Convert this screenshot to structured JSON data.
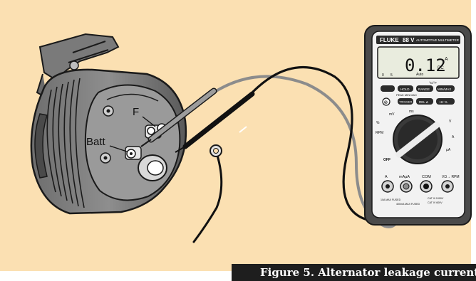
{
  "figure": {
    "caption": "Figure 5. Alternator leakage current"
  },
  "alternator": {
    "label_f": "F",
    "label_batt": "Batt"
  },
  "meter": {
    "brand": "FLUKE",
    "model": "88 V",
    "model_subtitle": "AUTOMOTIVE MULTIMETER",
    "reading": "0.12",
    "unit": "DC A",
    "unit_main": "DC",
    "unit_sup": "A",
    "mode_text": "Auto",
    "scale_left": "0",
    "scale_mid": "5",
    "top_label": "°C/°F",
    "buttons_row1": [
      "",
      "HOLD",
      "RANGE",
      "MIN/MAX"
    ],
    "buttons_row1_sub": "PEAK MIN MAX",
    "buttons_row2": [
      "⊗",
      "TRIGGER",
      "REL Δ",
      "Hz %"
    ],
    "dial_labels": [
      "mV",
      "ms",
      "%",
      "RPM",
      "OFF",
      "V",
      "A",
      "µA"
    ],
    "terminals": [
      "A",
      "mAµA",
      "COM",
      "VΩ→ RPM"
    ],
    "fuse_notes": [
      "10A MAX FUSED",
      "400mA MAX FUSED",
      "CAT III 1000V",
      "CAT IV 600V"
    ]
  },
  "colors": {
    "background": "#fbe0b2",
    "panel_white": "#ffffff",
    "meter_body": "#3a3a3a",
    "lead_gray": "#8c8c8c",
    "caption_bg": "#1e1e1e"
  }
}
